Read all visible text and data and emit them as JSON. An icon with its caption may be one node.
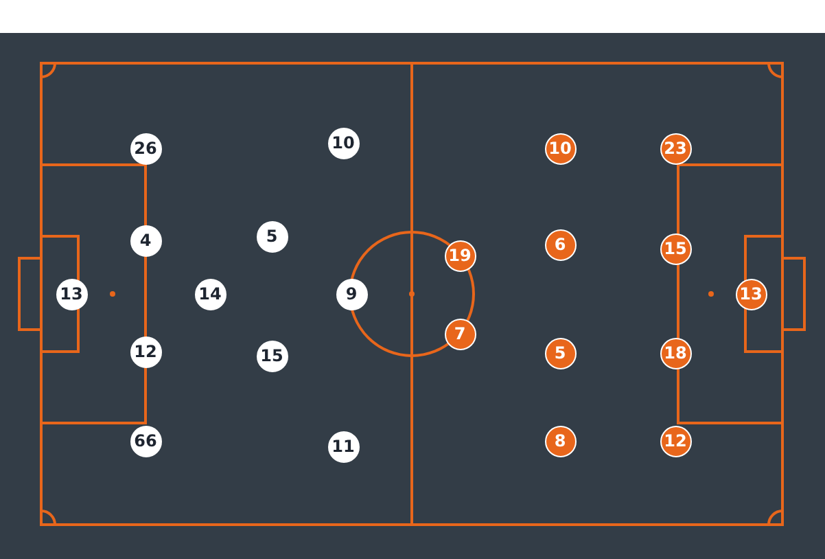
{
  "diagram": {
    "nodes": [
      {
        "text": [
          "13"
        ]
      },
      {
        "text": [
          "26"
        ]
      },
      {
        "text": [
          "4"
        ]
      },
      {
        "text": [
          "12"
        ]
      },
      {
        "text": [
          "66"
        ]
      },
      {
        "text": [
          "14"
        ]
      },
      {
        "text": [
          "5"
        ]
      },
      {
        "text": [
          "15"
        ]
      },
      {
        "text": [
          "10"
        ]
      },
      {
        "text": [
          "9"
        ]
      },
      {
        "text": [
          "11"
        ]
      },
      {
        "text": [
          "19"
        ]
      },
      {
        "text": [
          "7"
        ]
      },
      {
        "text": [
          "10"
        ]
      },
      {
        "text": [
          "6"
        ]
      },
      {
        "text": [
          "5"
        ]
      },
      {
        "text": [
          "8"
        ]
      },
      {
        "text": [
          "23"
        ]
      },
      {
        "text": [
          "15"
        ]
      },
      {
        "text": [
          "18"
        ]
      },
      {
        "text": [
          "12"
        ]
      },
      {
        "text": [
          "13"
        ]
      }
    ],
    "edges": []
  }
}
